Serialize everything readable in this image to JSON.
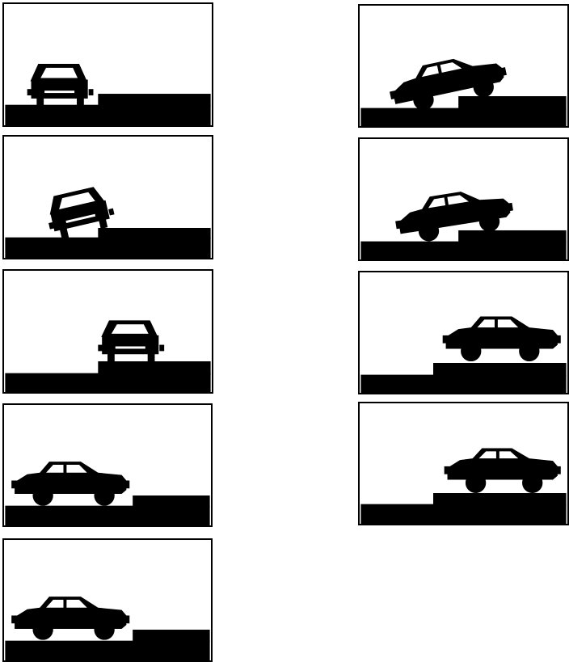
{
  "figure": {
    "panels": [
      {
        "id": "p1",
        "car_view": "front",
        "step_side": "right"
      },
      {
        "id": "p2",
        "car_view": "front-tilted",
        "step_side": "right"
      },
      {
        "id": "p3",
        "car_view": "front",
        "step_side": "right"
      },
      {
        "id": "p4",
        "car_view": "side",
        "step_side": "right"
      },
      {
        "id": "p5",
        "car_view": "side",
        "step_side": "right"
      },
      {
        "id": "p6",
        "car_view": "side-tilted",
        "step_side": "right"
      },
      {
        "id": "p7",
        "car_view": "side-tilted",
        "step_side": "right"
      },
      {
        "id": "p8",
        "car_view": "side",
        "step_side": "right"
      },
      {
        "id": "p9",
        "car_view": "side",
        "step_side": "right"
      }
    ],
    "colors": {
      "fill": "#000000",
      "background": "#ffffff",
      "border": "#000000"
    }
  }
}
